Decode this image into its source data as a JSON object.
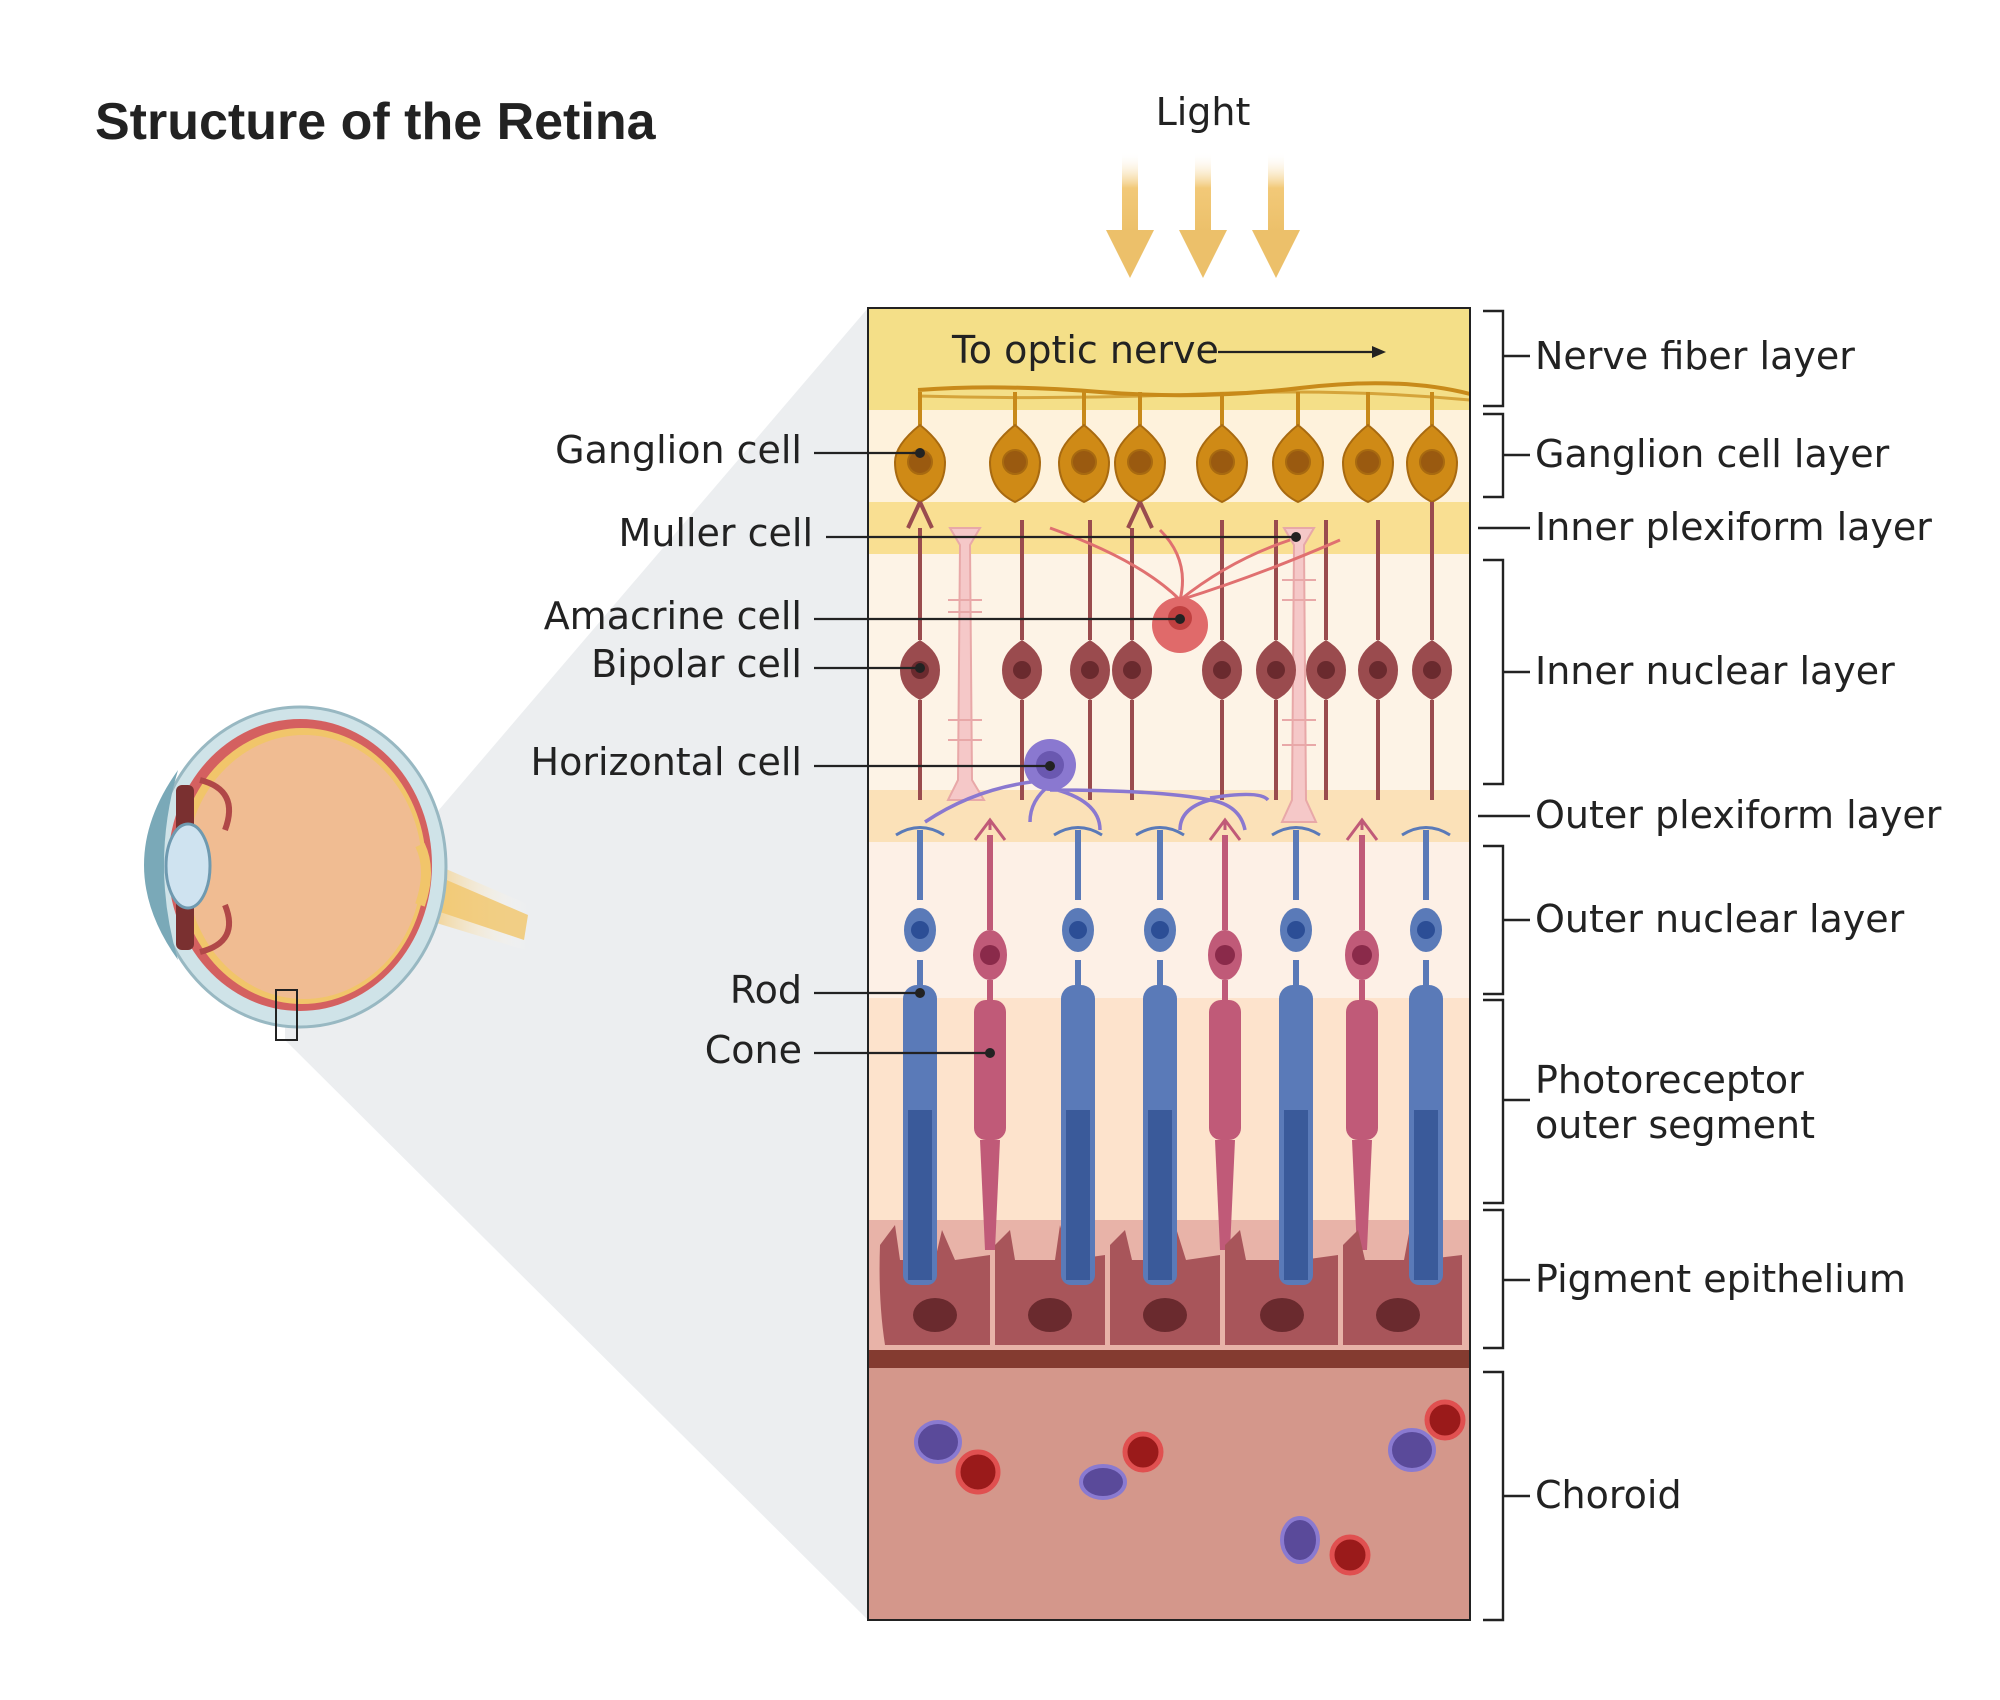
{
  "title": "Structure of the Retina",
  "light_label": "Light",
  "optic_nerve_label": "To optic nerve",
  "cell_labels": {
    "ganglion": "Ganglion cell",
    "muller": "Muller cell",
    "amacrine": "Amacrine cell",
    "bipolar": "Bipolar cell",
    "horizontal": "Horizontal cell",
    "rod": "Rod",
    "cone": "Cone"
  },
  "layer_labels": {
    "nerve_fiber": "Nerve fiber layer",
    "ganglion_cell": "Ganglion cell layer",
    "inner_plexiform": "Inner plexiform layer",
    "inner_nuclear": "Inner nuclear layer",
    "outer_plexiform": "Outer plexiform layer",
    "outer_nuclear": "Outer nuclear layer",
    "photoreceptor_line1": "Photoreceptor",
    "photoreceptor_line2": "outer segment",
    "pigment_epithelium": "Pigment epithelium",
    "choroid": "Choroid"
  },
  "colors": {
    "nerve_fiber": "#f3df86",
    "ganglion": "#d08a16",
    "bipolar": "#9a4b4e",
    "rod": "#5a7ab8",
    "cone": "#c05a78",
    "horizontal": "#8a78d0",
    "amacrine": "#e06a6a",
    "muller": "#f5c4c4",
    "pigment": "#b06060",
    "choroid": "#d4958a"
  }
}
